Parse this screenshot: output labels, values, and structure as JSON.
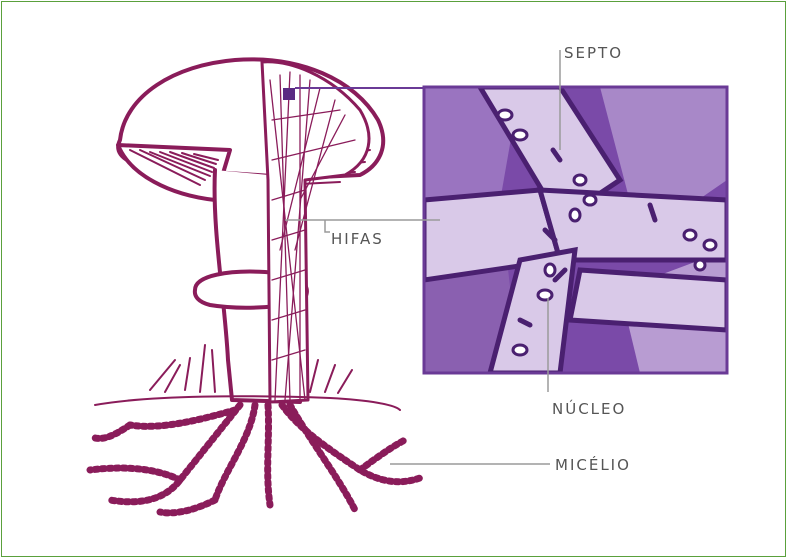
{
  "labels": {
    "septo": "SEPTO",
    "hifas": "HIFAS",
    "nucleo": "NÚCLEO",
    "micelio": "MICÉLIO"
  },
  "colors": {
    "border": "#5aa03c",
    "mushroom_line": "#8a1c5a",
    "zoom_dark": "#5a2a82",
    "zoom_mid": "#8a60b0",
    "zoom_light": "#b89cd2",
    "zoom_pale": "#d9c9e8",
    "zoom_frame": "#6a3a96",
    "leader_line": "#9a9a9a",
    "label_text": "#555555"
  }
}
